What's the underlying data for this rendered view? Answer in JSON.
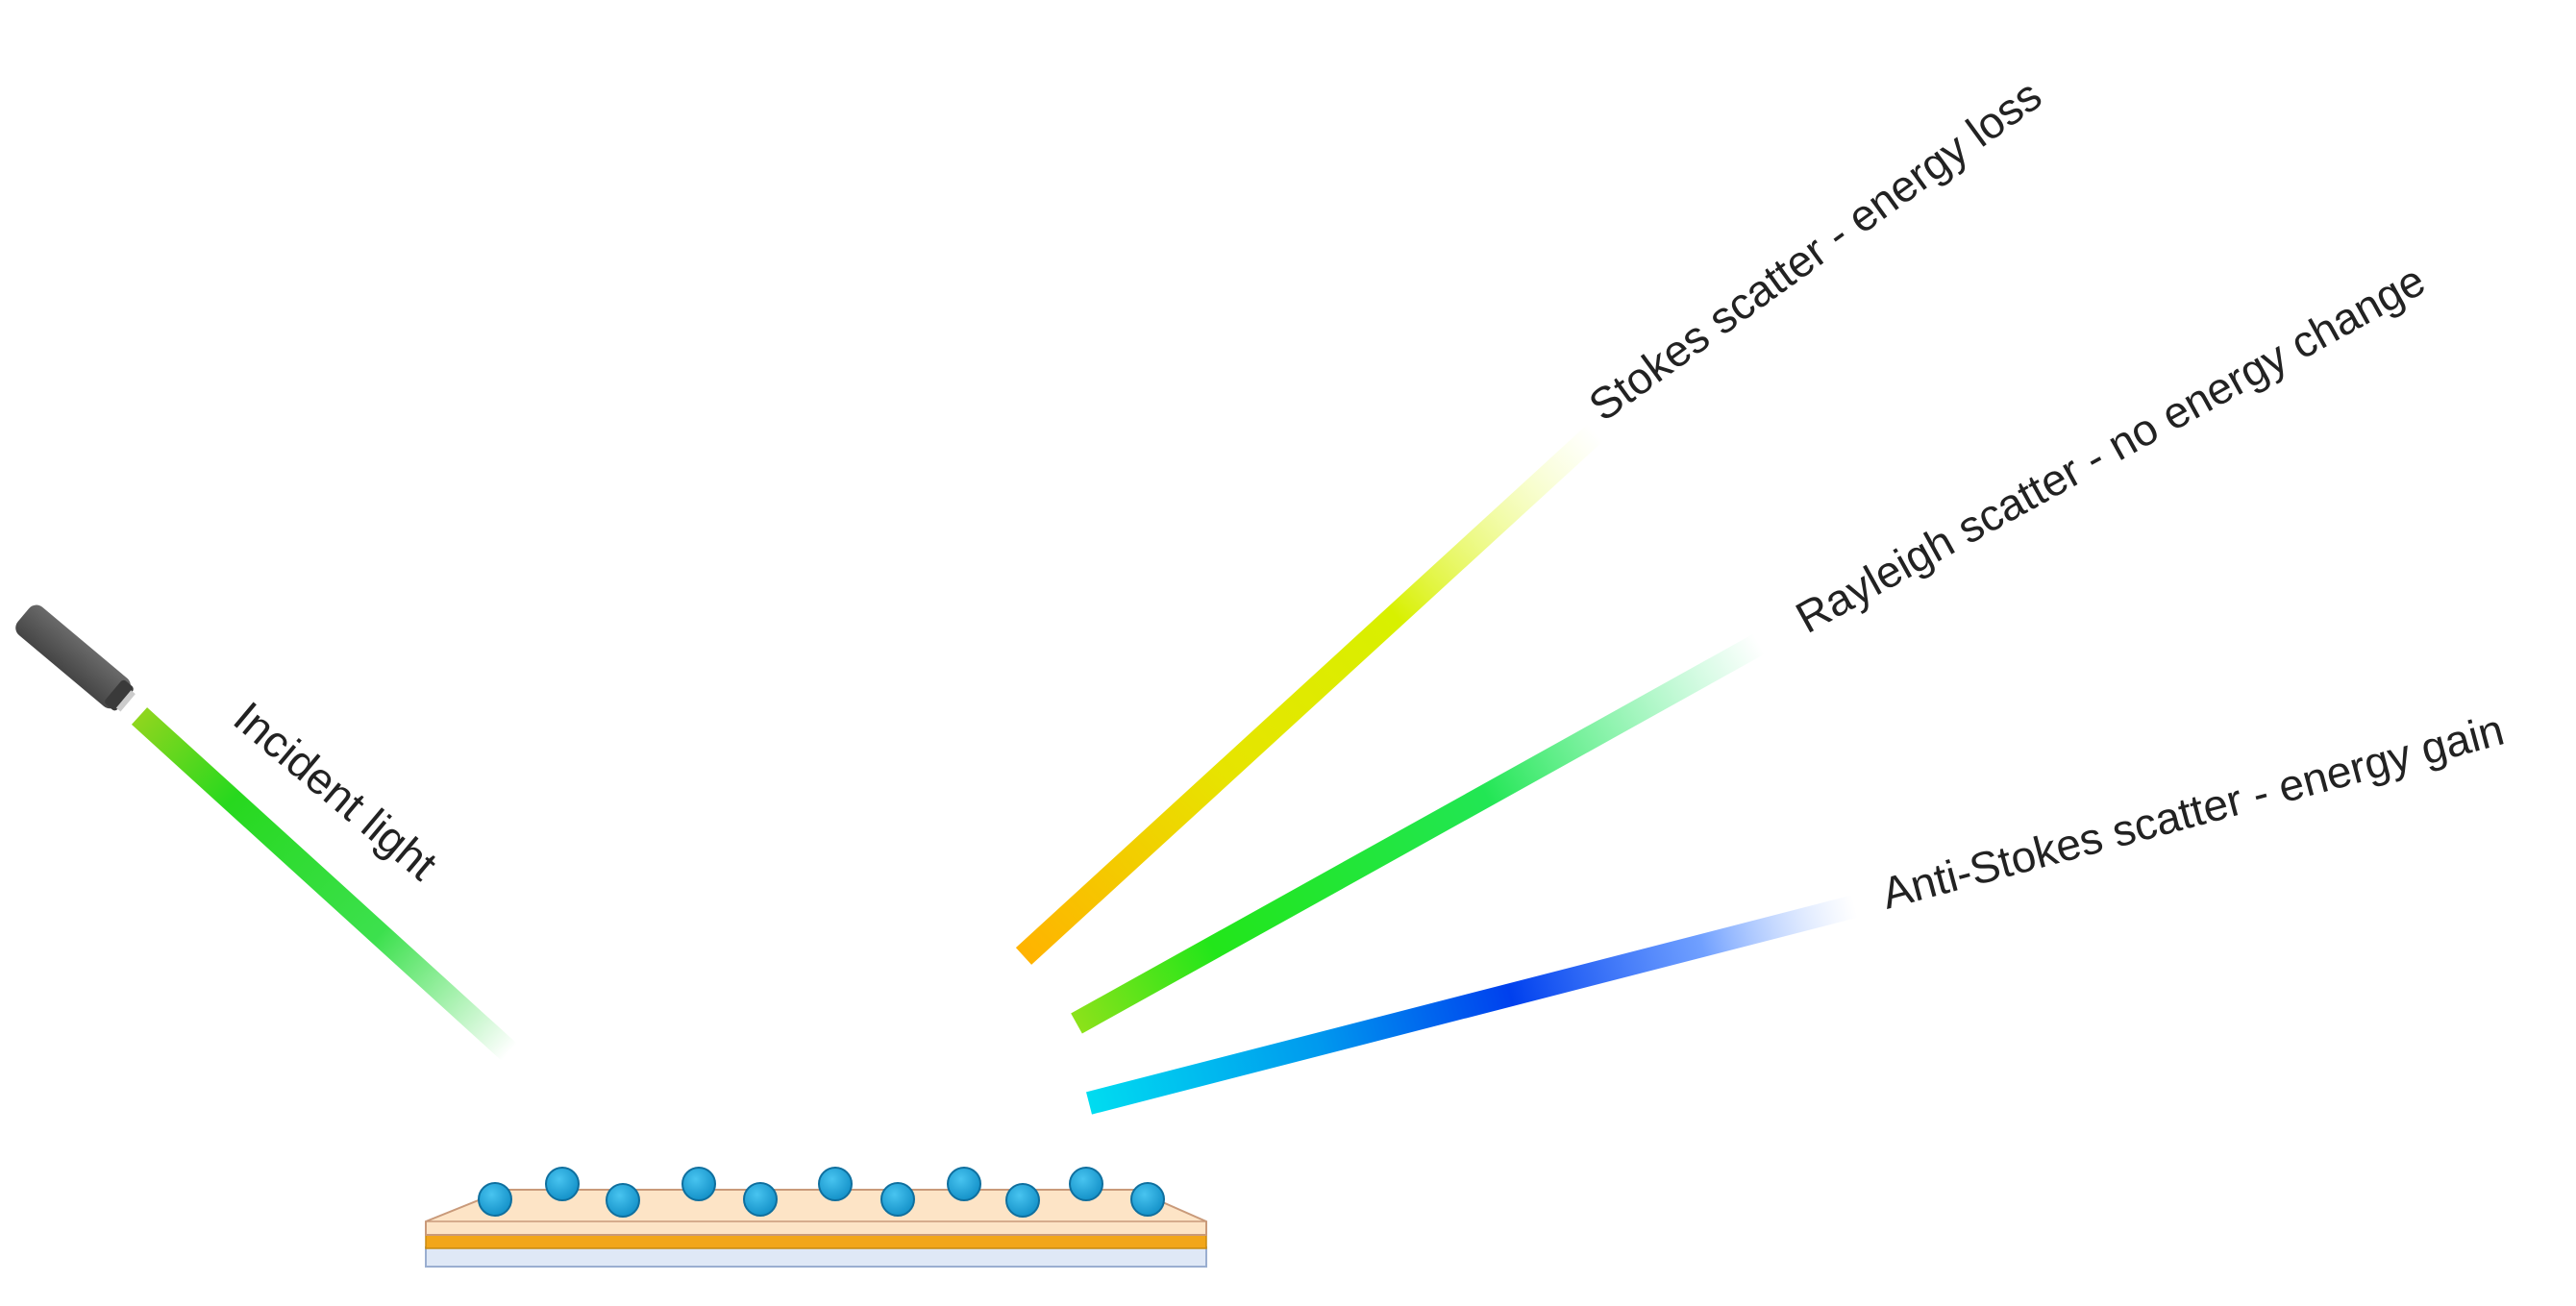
{
  "labels": {
    "incident": "Incident light",
    "stokes": "Stokes scatter - energy loss",
    "rayleigh": "Rayleigh scatter - no energy change",
    "anti_stokes": "Anti-Stokes scatter - energy gain"
  },
  "colors": {
    "laser_body": "#555555",
    "incident_beam": "#2ecc1f",
    "stokes_beam_start": "#ffb300",
    "stokes_beam_mid": "#e6f000",
    "rayleigh_beam": "#22dd22",
    "anti_stokes_beam_start": "#00ccee",
    "anti_stokes_beam_mid": "#0044ee",
    "particle": "#1ea0d6",
    "substrate_top": "#fde6c8",
    "substrate_gold": "#f2a31b",
    "substrate_base": "#dde7f5"
  }
}
